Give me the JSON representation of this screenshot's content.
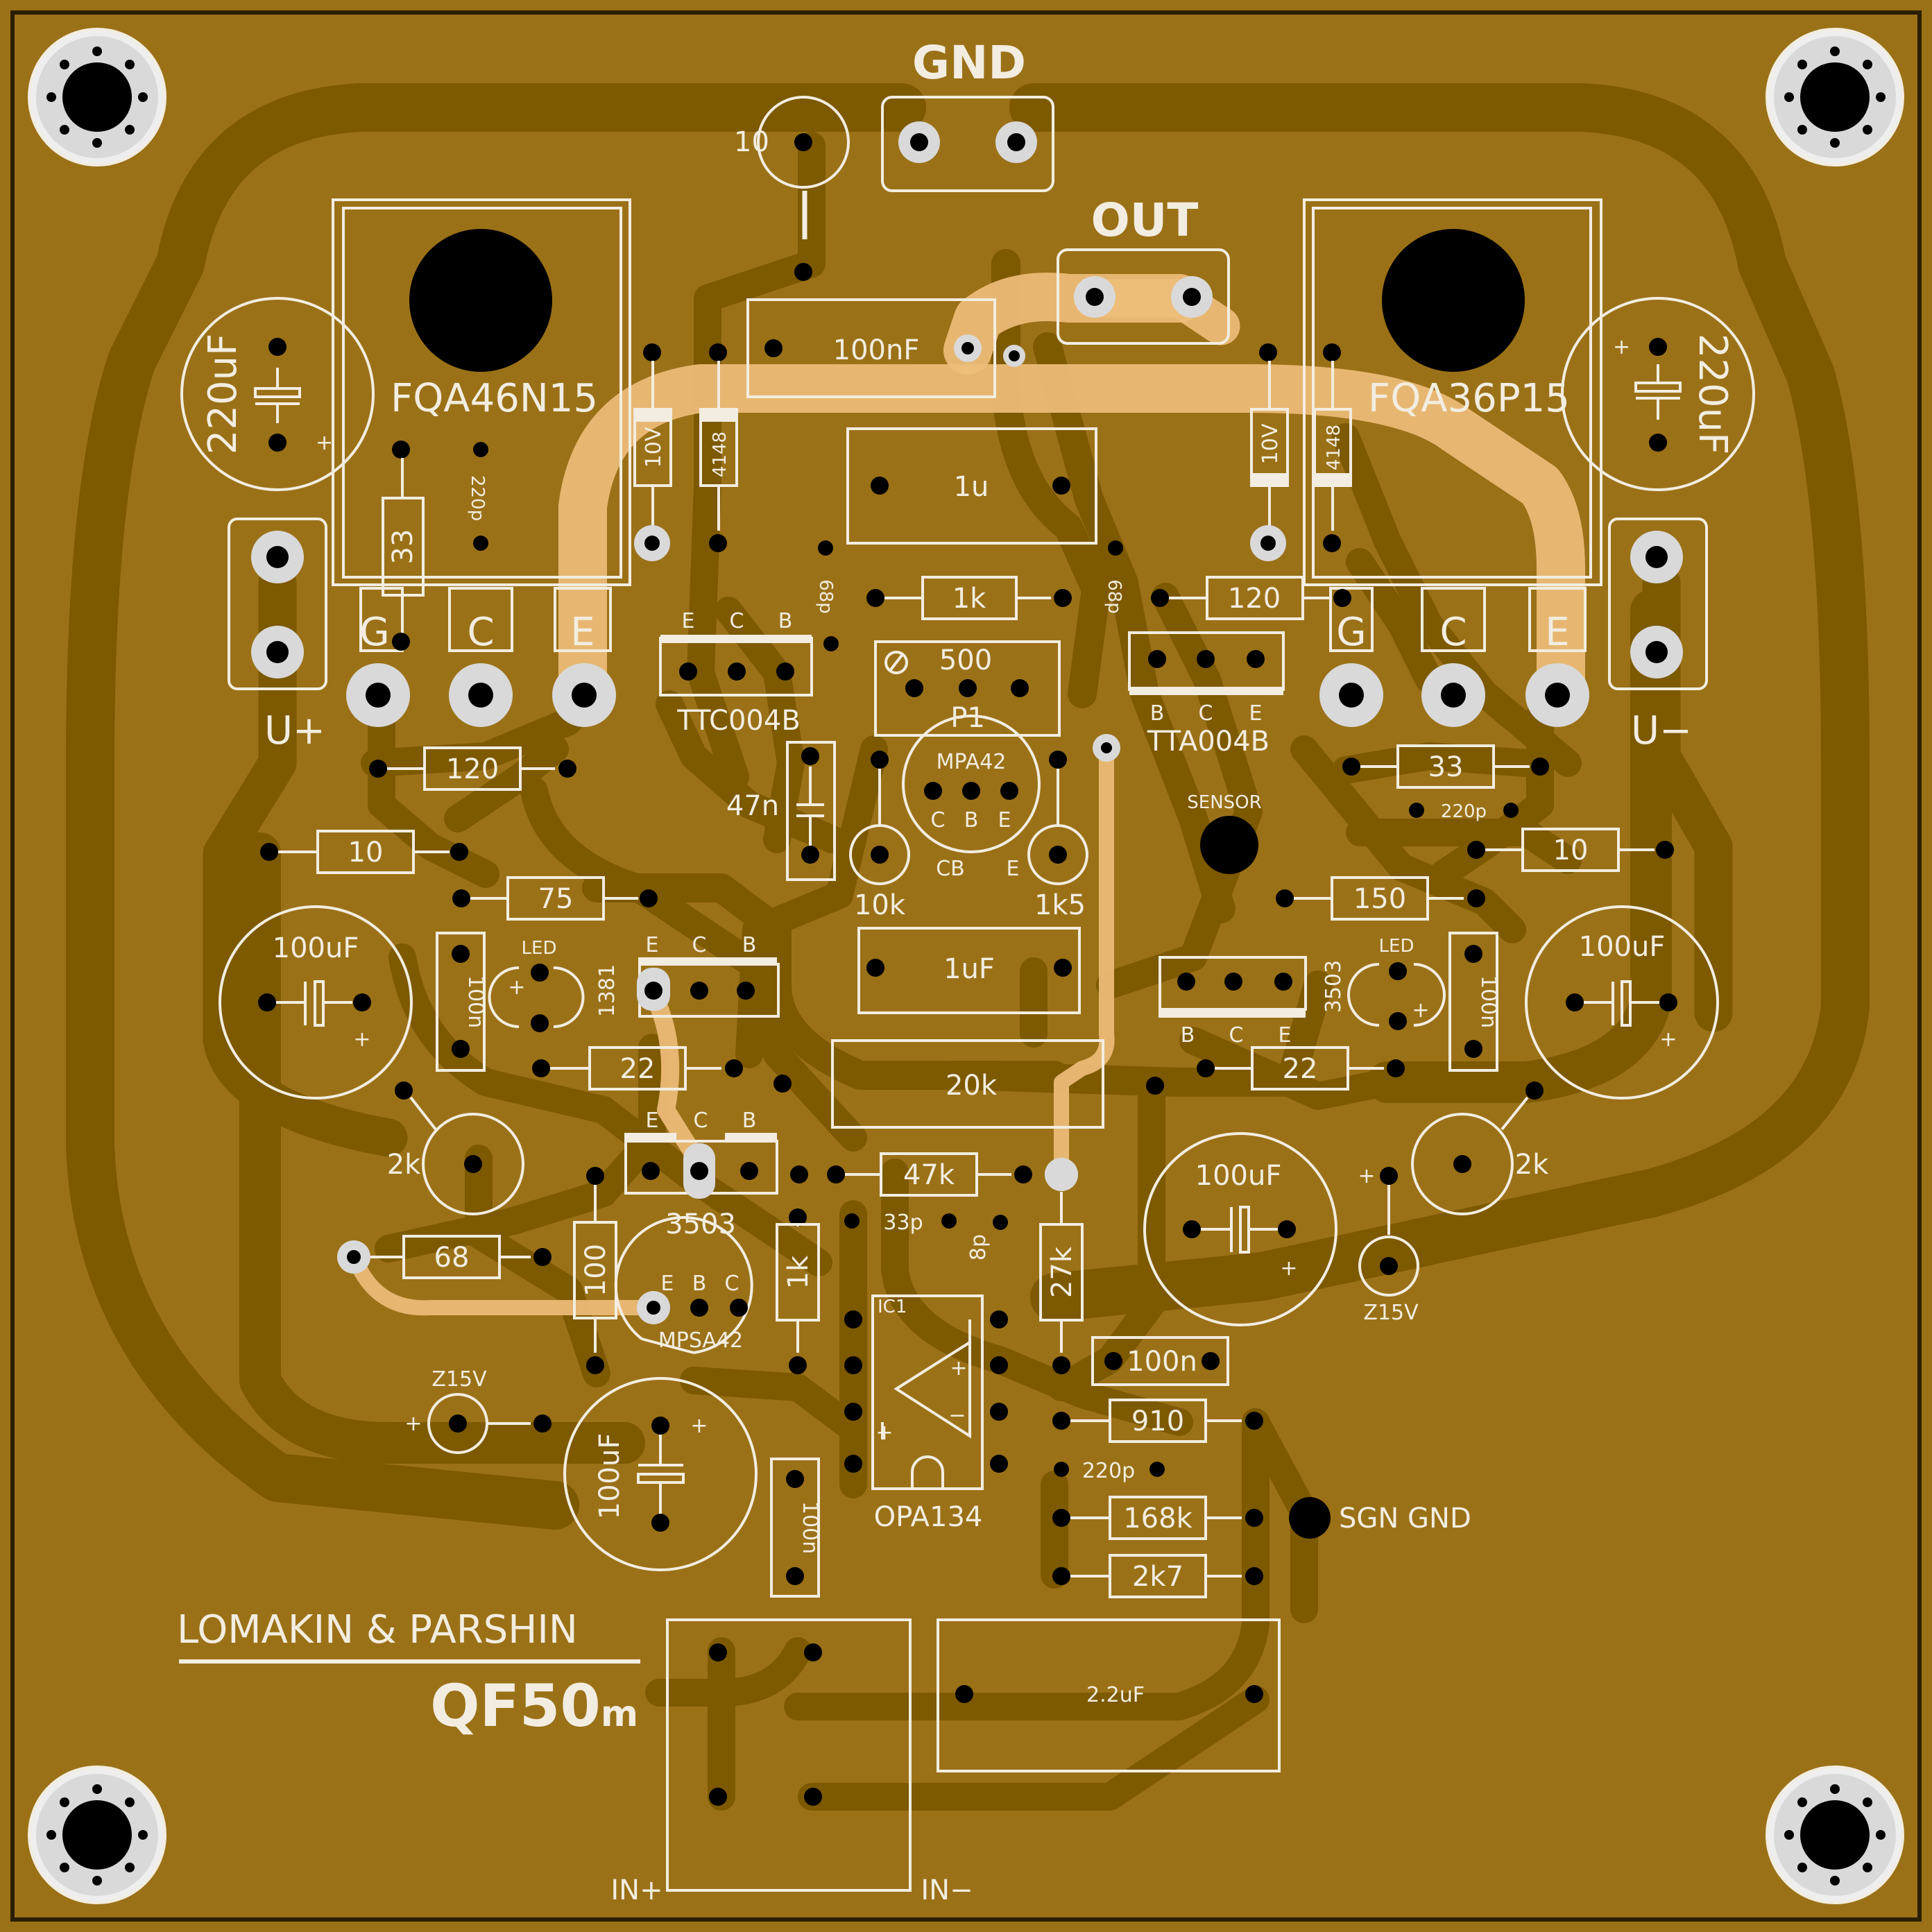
{
  "board": {
    "title_line1": "LOMAKIN & PARSHIN",
    "title_line2": "QF50",
    "title_suffix": "m",
    "colors": {
      "substrate": "#9b7118",
      "copper_trace": "#7d5900",
      "jumper_trace": "#eebd7b",
      "silkscreen": "#f2ede0",
      "pad": "#d9d9d9",
      "hole": "#000000"
    }
  },
  "connectors": {
    "gnd": "GND",
    "out": "OUT",
    "u_plus": "U+",
    "u_minus": "U−",
    "in_plus": "IN+",
    "in_minus": "IN−",
    "sgn_gnd": "SGN GND",
    "sensor": "SENSOR"
  },
  "transistors": {
    "q_left": "FQA46N15",
    "q_right": "FQA36P15",
    "q_left_pins": [
      "G",
      "C",
      "E"
    ],
    "q_right_pins": [
      "G",
      "C",
      "E"
    ],
    "driver_left": "TTC004B",
    "driver_left_pins": [
      "E",
      "C",
      "B"
    ],
    "driver_right": "TTA004B",
    "driver_right_pins": [
      "B",
      "C",
      "E"
    ],
    "mpa42": "MPA42",
    "mpa42_pins": [
      "C",
      "B",
      "E"
    ],
    "mpa42_sub": [
      "CB",
      "E"
    ],
    "q1381": "1381",
    "q1381_pins": [
      "E",
      "C",
      "B"
    ],
    "q3503_right": "3503",
    "q3503_right_pins": [
      "B",
      "C",
      "E"
    ],
    "q3503_mid": "3503",
    "q3503_mid_pins": [
      "E",
      "C",
      "B"
    ],
    "mpsa42": "MPSA42",
    "mpsa42_pins": [
      "E",
      "B",
      "C"
    ]
  },
  "ic": {
    "ref": "IC1",
    "part": "OPA134",
    "plus": "+",
    "minus": "−"
  },
  "capacitors": {
    "c220_left": "220uF",
    "c220_right": "220uF",
    "c100nF": "100nF",
    "c1u": "1u",
    "c47n": "47n",
    "c1uF": "1uF",
    "c100uF_left": "100uF",
    "c100uF_right": "100uF",
    "c100uF_mid": "100uF",
    "c100uF_bottom": "100uF",
    "c100n_left": "100n",
    "c100n_right": "100n",
    "c100n_bottom": "100n",
    "c100n_ic": "100n",
    "c2u2": "2.2uF",
    "c220p_left": "220p",
    "c220p_right": "220p",
    "c220p_ic": "220p",
    "c68p_left": "68p",
    "c68p_right": "68p",
    "c33p": "33p",
    "c8p": "8p",
    "plus": "+"
  },
  "resistors": {
    "r10_top": "10",
    "r33_left": "33",
    "r33_right": "33",
    "r1k_top": "1k",
    "r120_top": "120",
    "r120_left": "120",
    "r10_left": "10",
    "r10_right": "10",
    "r75": "75",
    "r150": "150",
    "r22_left": "22",
    "r22_right": "22",
    "r20k": "20k",
    "r47k": "47k",
    "r68": "68",
    "r100": "100",
    "r1k_mid": "1k",
    "r27k": "27k",
    "r910": "910",
    "r168k": "168k",
    "r2k7": "2k7",
    "p1": "P1",
    "p1_value": "500",
    "t10k": "10k",
    "t1k5": "1k5",
    "t2k_left": "2k",
    "t2k_right": "2k"
  },
  "diodes": {
    "z10v_left": "10V",
    "d4148_left": "4148",
    "z10v_right": "10V",
    "d4148_right": "4148",
    "led_left": "LED",
    "led_right": "LED",
    "z15v_left": "Z15V",
    "z15v_right": "Z15V"
  }
}
